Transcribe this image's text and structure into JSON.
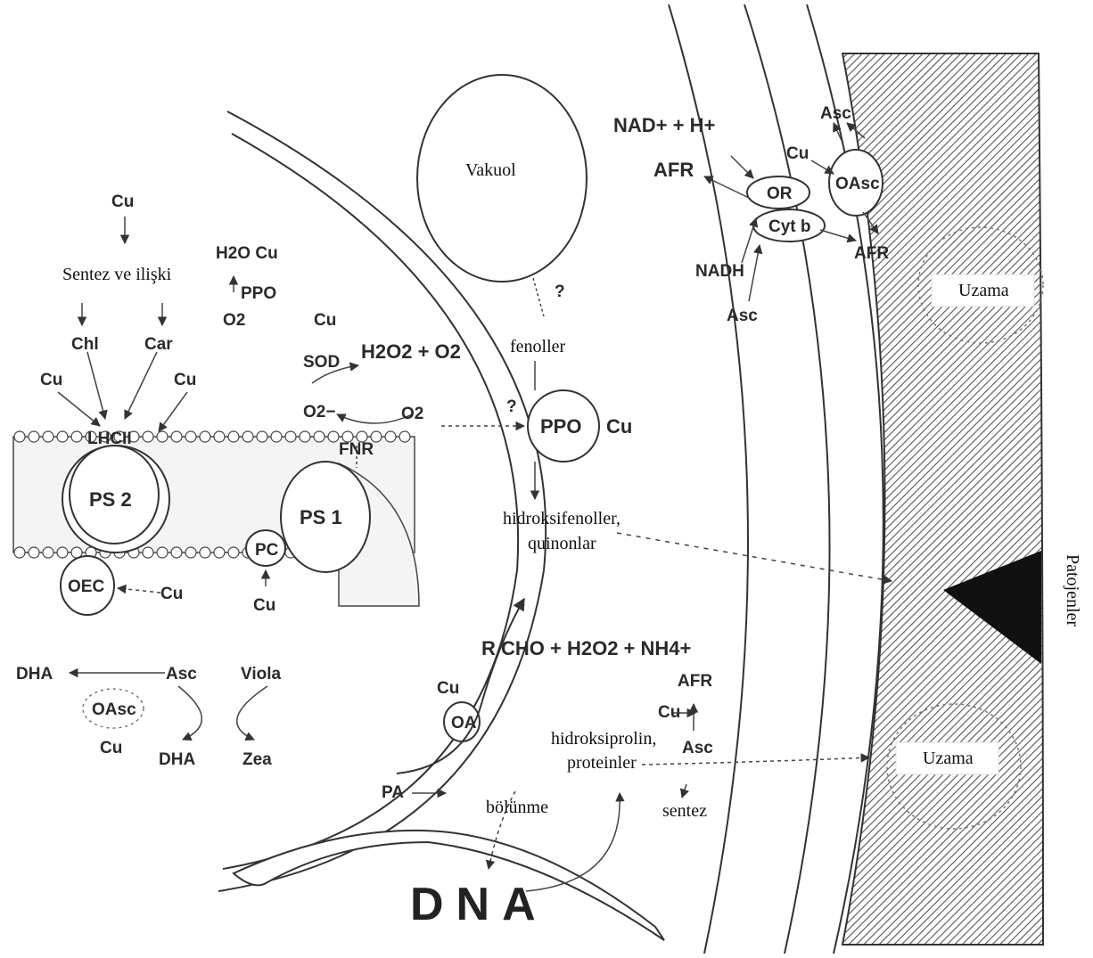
{
  "labels": {
    "vakuol": "Vakuol",
    "sentez_ve_iliski": "Sentez ve ilişki",
    "fenoller": "fenoller",
    "hidroksifenoller": "hidroksifenoller,",
    "quinonlar": "quinonlar",
    "hidroksiprolin": "hidroksiprolin,",
    "proteinler": "proteinler",
    "bolunme": "bölünme",
    "sentez": "sentez",
    "uzama_top": "Uzama",
    "uzama_bottom": "Uzama",
    "patojenler": "Patojenler",
    "dna": "DNA"
  },
  "chem": {
    "cu_top": "Cu",
    "chl": "Chl",
    "car": "Car",
    "cu_chl": "Cu",
    "cu_membrane": "Cu",
    "lhcii": "LHCII",
    "ps2": "PS 2",
    "ps1": "PS 1",
    "pc": "PC",
    "cu_pc": "Cu",
    "oec": "OEC",
    "cu_oec": "Cu",
    "h2o_cu": "H2O Cu",
    "ppo_small": "PPO",
    "o2_small": "O2",
    "cu_sod": "Cu",
    "sod": "SOD",
    "h2o2_o2": "H2O2 + O2",
    "o2_minus": "O2−",
    "o2_right": "O2",
    "fnr": "FNR",
    "ppo": "PPO",
    "cu_ppo": "Cu",
    "q1": "?",
    "q2": "?",
    "dha_left": "DHA",
    "asc_left": "Asc",
    "viola": "Viola",
    "oasc_left": "OAsc",
    "cu_oasc": "Cu",
    "dha_bottom": "DHA",
    "zea": "Zea",
    "rcho": "R CHO + H2O2 + NH4+",
    "afr_bottom": "AFR",
    "cu_oa": "Cu",
    "oa": "OA",
    "cu_asc": "Cu",
    "asc_bottom": "Asc",
    "pa": "PA",
    "nad": "NAD+ + H+",
    "afr_top": "AFR",
    "or": "OR",
    "cytb": "Cyt b",
    "nadh": "NADH",
    "asc_nadh": "Asc",
    "asc_top": "Asc",
    "cu_top_right": "Cu",
    "oasc_right": "OAsc",
    "afr_right": "AFR"
  }
}
